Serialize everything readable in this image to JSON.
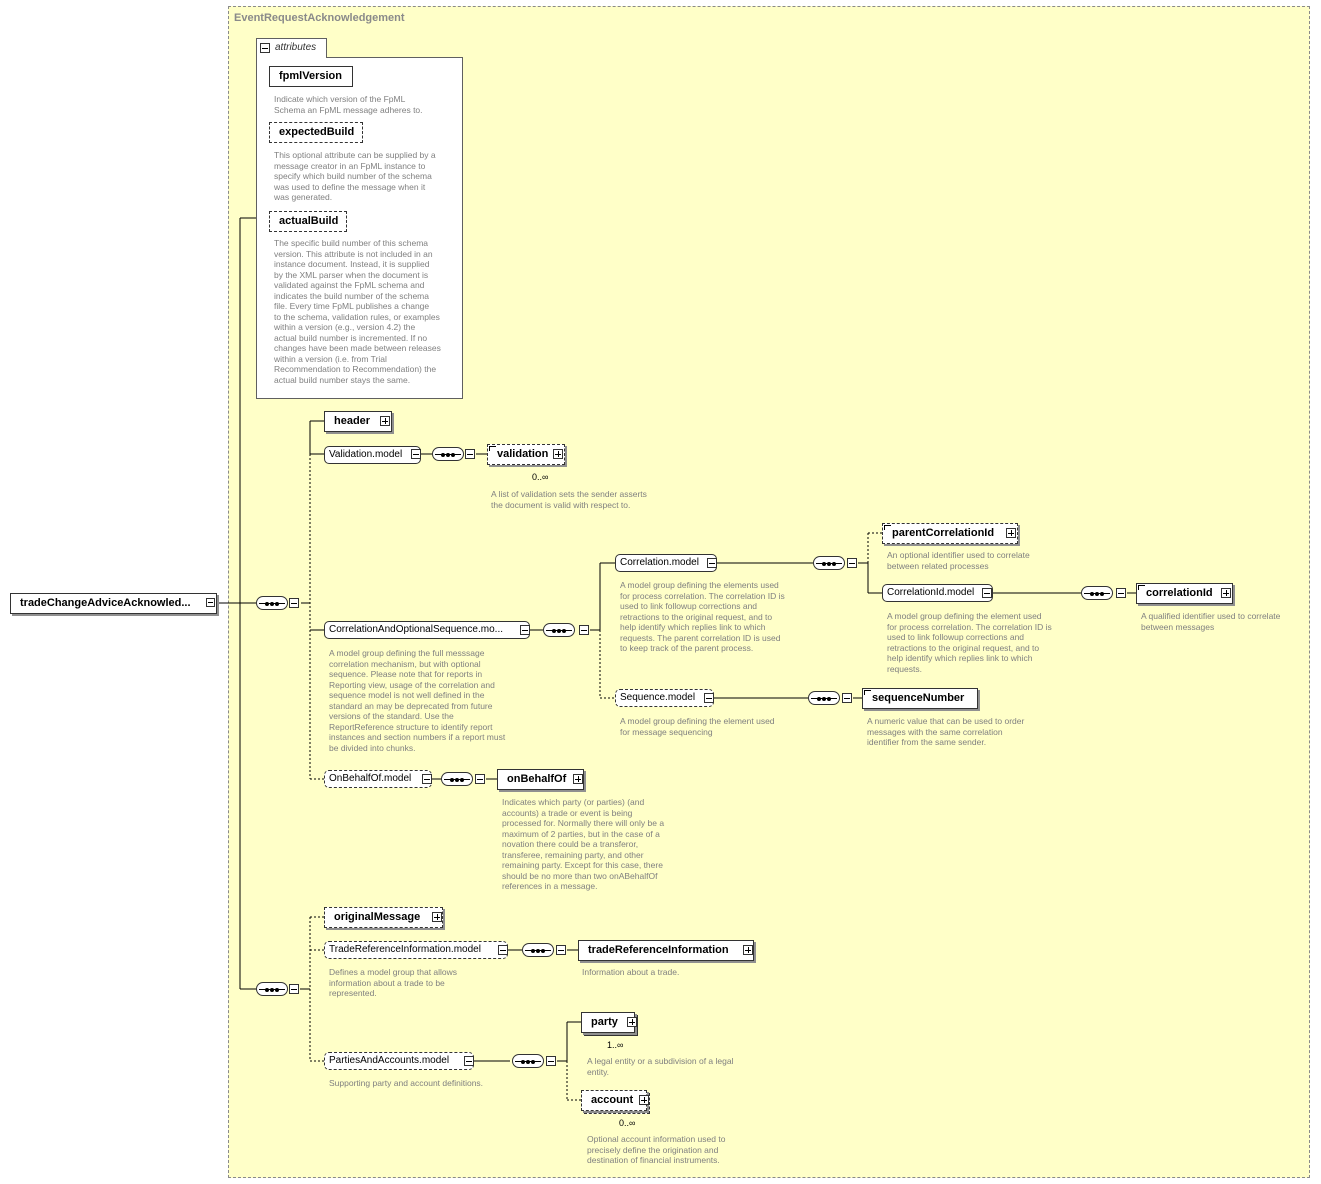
{
  "root_element": "tradeChangeAdviceAcknowled...",
  "complex_type": "EventRequestAcknowledgement",
  "attributes": {
    "tab_label": "attributes",
    "items": [
      {
        "name": "fpmlVersion",
        "description": "Indicate which version of the FpML\nSchema an FpML message adheres to."
      },
      {
        "name": "expectedBuild",
        "description": "This optional attribute can be supplied by a\nmessage creator in an FpML instance to\nspecify which build number of the schema\nwas used to define the message when it\nwas generated."
      },
      {
        "name": "actualBuild",
        "description": "The specific build number of this schema\nversion. This attribute is not included in an\ninstance document. Instead, it is supplied\nby the XML parser when the document is\nvalidated against the FpML schema and\nindicates the build number of the schema\nfile. Every time FpML publishes a change\nto the schema, validation rules, or examples\nwithin a version (e.g., version 4.2) the\nactual build number is incremented. If no\nchanges have been made between releases\nwithin a version (i.e. from Trial\nRecommendation to Recommendation) the\nactual build number stays the same."
      }
    ]
  },
  "elements": {
    "header": "header",
    "validation_model": "Validation.model",
    "validation": "validation",
    "validation_card": "0..∞",
    "validation_desc": "A list of validation sets the sender asserts\nthe document is valid with respect to.",
    "correlation_seq_model": "CorrelationAndOptionalSequence.mo...",
    "correlation_seq_desc": "A model group defining the full messsage\ncorrelation mechanism, but with optional\nsequence. Please note that for reports in\nReporting view, usage of the correlation and\nsequence model is not well defined in the\nstandard an may be deprecated from future\nversions of the standard. Use the\nReportReference structure to identify report\ninstances and section numbers if a report must\nbe divided into chunks.",
    "correlation_model": "Correlation.model",
    "correlation_desc": "A model group defining the elements used\nfor process correlation. The correlation ID is\nused to link followup corrections and\nretractions to the original request, and to\nhelp identify which replies link to which\nrequests. The parent correlation ID is used\nto keep track of the parent process.",
    "parent_correlation_id": "parentCorrelationId",
    "parent_correlation_desc": "An optional identifier used to correlate\nbetween related processes",
    "correlation_id_model": "CorrelationId.model",
    "correlation_id_model_desc": "A model group defining the element used\nfor process correlation. The correlation ID is\nused to link followup corrections and\nretractions to the original request, and to\nhelp identify which replies link to which\nrequests.",
    "correlation_id": "correlationId",
    "correlation_id_desc": "A qualified identifier used to correlate\nbetween messages",
    "sequence_model": "Sequence.model",
    "sequence_desc": "A model group defining the element used\nfor message sequencing",
    "sequence_number": "sequenceNumber",
    "sequence_number_desc": "A numeric value that can be used to order\nmessages with the same correlation\nidentifier from the same sender.",
    "on_behalf_of_model": "OnBehalfOf.model",
    "on_behalf_of": "onBehalfOf",
    "on_behalf_of_desc": "Indicates which party (or parties) (and\naccounts) a trade or event is being\nprocessed for. Normally there will only be a\nmaximum of 2 parties, but in the case of a\nnovation there could be a transferor,\ntransferee, remaining party, and other\nremaining party. Except for this case, there\nshould be no more than two onABehalfOf\nreferences in a message.",
    "original_message": "originalMessage",
    "trade_ref_model": "TradeReferenceInformation.model",
    "trade_ref_model_desc": "Defines a model group that allows\ninformation about a trade to be\nrepresented.",
    "trade_ref_info": "tradeReferenceInformation",
    "trade_ref_info_desc": "Information about a trade.",
    "parties_accounts_model": "PartiesAndAccounts.model",
    "parties_accounts_desc": "Supporting party and account definitions.",
    "party": "party",
    "party_card": "1..∞",
    "party_desc": "A legal entity or a subdivision of a legal\nentity.",
    "account": "account",
    "account_card": "0..∞",
    "account_desc": "Optional account information used to\nprecisely define the origination and\ndestination of financial instruments."
  },
  "colors": {
    "complex_type_background": "#ffffc8",
    "line": "#000000",
    "description_text": "#808080",
    "shadow": "#909090"
  },
  "icons": [
    "expand-plus-icon",
    "collapse-minus-icon",
    "sequence-compositor-icon",
    "multi-occurrence-icon"
  ]
}
